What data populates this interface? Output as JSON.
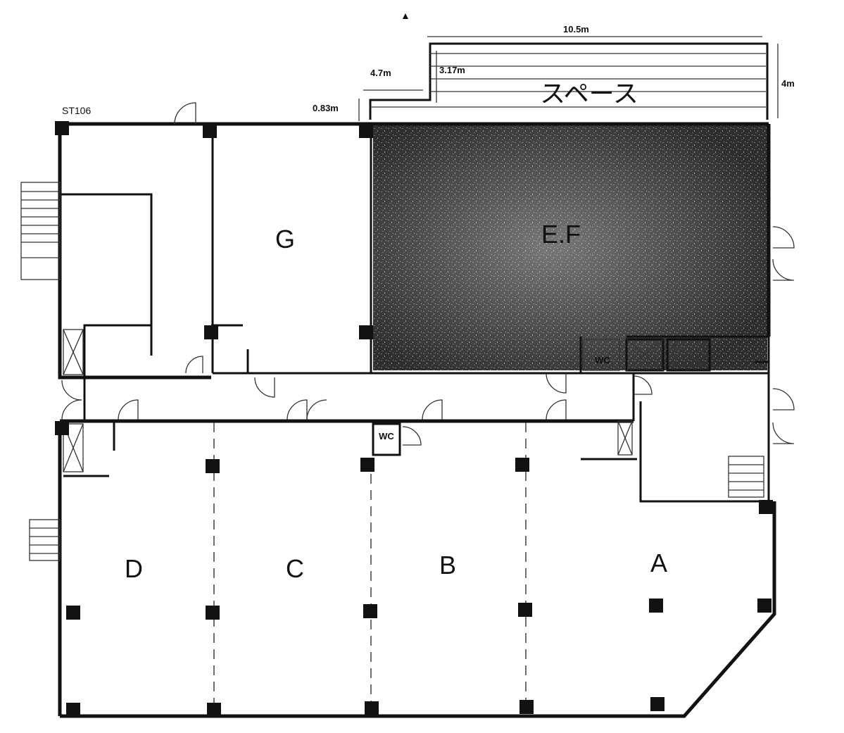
{
  "plan": {
    "building_code": "ST106",
    "space_label": "スペース",
    "rooms": {
      "ef": "E.F",
      "g": "G",
      "a": "A",
      "b": "B",
      "c": "C",
      "d": "D"
    },
    "wc_labels": [
      "WC",
      "WC"
    ],
    "dimensions": {
      "width_top": "10.5m",
      "height_right": "4m",
      "step_width": "4.7m",
      "step_height": "3.17m",
      "gap": "0.83m"
    },
    "north_marker": "▲"
  }
}
